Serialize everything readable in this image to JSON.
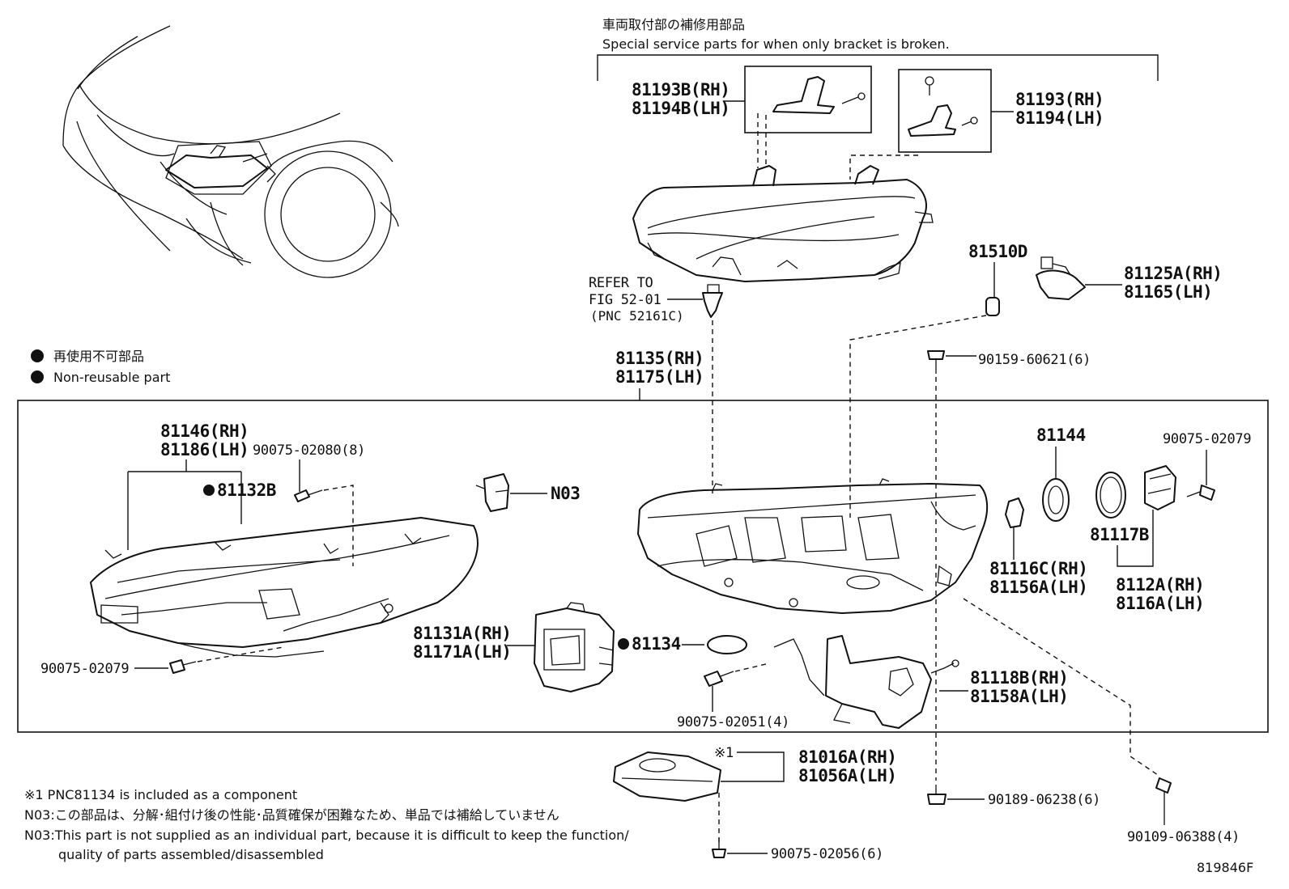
{
  "header": {
    "service_ja": "車両取付部の補修用部品",
    "service_en": "Special service parts for when only bracket is broken."
  },
  "legend": {
    "bullet_ja": "再使用不可部品",
    "bullet_en": "Non-reusable part"
  },
  "refer": {
    "line1": "REFER TO",
    "line2": "FIG 52-01",
    "line3": "(PNC 52161C)"
  },
  "parts": {
    "p81193B_rh": "81193B(RH)",
    "p81194B_lh": "81194B(LH)",
    "p81193_rh": "81193(RH)",
    "p81194_lh": "81194(LH)",
    "p81510D": "81510D",
    "p81125A_rh": "81125A(RH)",
    "p81165_lh": "81165(LH)",
    "p90159": "90159-60621(6)",
    "p81135_rh": "81135(RH)",
    "p81175_lh": "81175(LH)",
    "p81146_rh": "81146(RH)",
    "p81186_lh": "81186(LH)",
    "p90075_02080": "90075-02080(8)",
    "p81132B": "81132B",
    "pN03": "N03",
    "p81144": "81144",
    "p90075_02079_r": "90075-02079",
    "p81117B": "81117B",
    "p81116C_rh": "81116C(RH)",
    "p81156A_lh": "81156A(LH)",
    "p8112A_rh": "8112A(RH)",
    "p8116A_lh": "8116A(LH)",
    "p81131A_rh": "81131A(RH)",
    "p81171A_lh": "81171A(LH)",
    "p81134": "81134",
    "p90075_02079_l": "90075-02079",
    "p81118B_rh": "81118B(RH)",
    "p81158A_lh": "81158A(LH)",
    "p90075_02051": "90075-02051(4)",
    "p81016A_rh": "81016A(RH)",
    "p81056A_lh": "81056A(LH)",
    "p90189": "90189-06238(6)",
    "p90109": "90109-06388(4)",
    "p90075_02056": "90075-02056(6)"
  },
  "marks": {
    "kome1": "※1"
  },
  "notes": {
    "n1": "※1 PNC81134 is included as a component",
    "n2": "N03:この部品は、分解･組付け後の性能･品質確保が困難なため、単品では補給していません",
    "n3": "N03:This part is not supplied as an individual part, because it is difficult to keep the function/",
    "n4": "quality of parts assembled/disassembled"
  },
  "figure_id": "819846F"
}
